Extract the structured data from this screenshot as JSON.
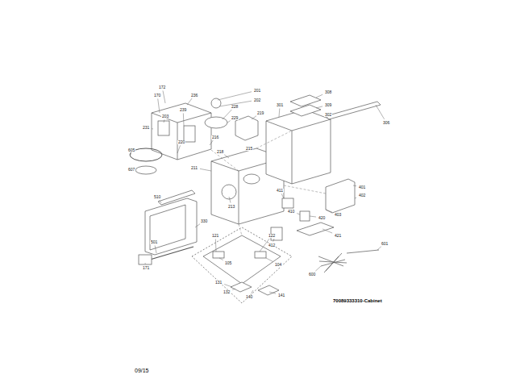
{
  "diagram": {
    "labels": [
      "172",
      "170",
      "236",
      "239",
      "203",
      "201",
      "202",
      "228",
      "229",
      "219",
      "231",
      "216",
      "220",
      "605",
      "607",
      "211",
      "218",
      "215",
      "301",
      "308",
      "309",
      "302",
      "306",
      "510",
      "330",
      "213",
      "501",
      "171",
      "411",
      "410",
      "401",
      "402",
      "403",
      "420",
      "412",
      "421",
      "601",
      "600",
      "121",
      "122",
      "105",
      "104",
      "131",
      "132",
      "140",
      "141",
      "70089333310-Cabinet",
      "09/15"
    ]
  }
}
